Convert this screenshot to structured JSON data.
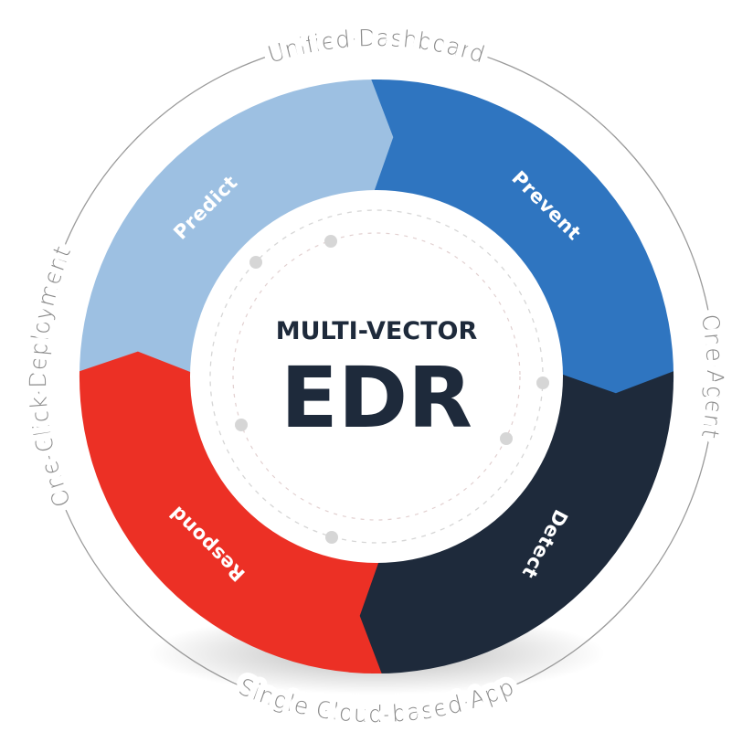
{
  "center": {
    "subtitle": "MULTI-VECTOR",
    "title": "EDR"
  },
  "segments": [
    {
      "label": "Predict",
      "color": "#9dc0e2"
    },
    {
      "label": "Prevent",
      "color": "#2f75c0"
    },
    {
      "label": "Detect",
      "color": "#1e2a3b"
    },
    {
      "label": "Respond",
      "color": "#ec3025"
    }
  ],
  "ring_labels": {
    "top": "Unified Dashboard",
    "right": "One Agent",
    "bottom": "Single Cloud-based App",
    "left": "One-Click Deployment"
  },
  "colors": {
    "ring_line": "#9a9a9a",
    "dot": "#d6d6d6",
    "dash": "#d0d0d0"
  }
}
